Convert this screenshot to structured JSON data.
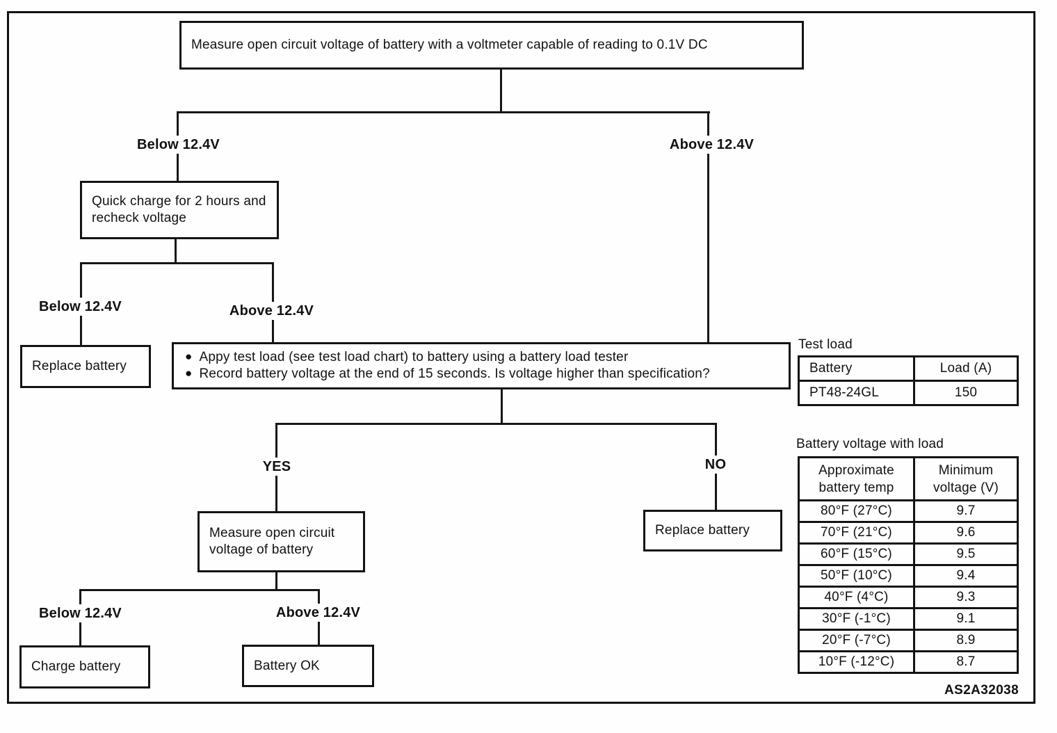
{
  "diagram": {
    "code": "AS2A32038",
    "nodes": {
      "start": "Measure open circuit voltage of battery with a voltmeter capable of reading to 0.1V DC",
      "quick_charge": "Quick charge for 2 hours and recheck voltage",
      "replace_battery_1": "Replace battery",
      "load_test_bullets": [
        "Appy test load (see test load chart) to battery using a battery load tester",
        "Record battery voltage at the end of 15 seconds. Is voltage higher than specification?"
      ],
      "measure_ocv": "Measure open circuit voltage of battery",
      "replace_battery_2": "Replace battery",
      "charge_battery": "Charge battery",
      "battery_ok": "Battery OK"
    },
    "branch_labels": {
      "below_1": "Below 12.4V",
      "above_1": "Above 12.4V",
      "below_2": "Below 12.4V",
      "above_2": "Above 12.4V",
      "yes": "YES",
      "no": "NO",
      "below_3": "Below 12.4V",
      "above_3": "Above 12.4V"
    },
    "bullet_glyph": "●"
  },
  "tables": {
    "test_load": {
      "title": "Test load",
      "headers": [
        "Battery",
        "Load (A)"
      ],
      "rows": [
        {
          "battery": "PT48-24GL",
          "load": "150"
        }
      ]
    },
    "battery_voltage": {
      "title": "Battery voltage with load",
      "headers": [
        "Approximate battery temp",
        "Minimum voltage (V)"
      ],
      "rows": [
        {
          "temp": "80°F (27°C)",
          "voltage": "9.7"
        },
        {
          "temp": "70°F (21°C)",
          "voltage": "9.6"
        },
        {
          "temp": "60°F (15°C)",
          "voltage": "9.5"
        },
        {
          "temp": "50°F (10°C)",
          "voltage": "9.4"
        },
        {
          "temp": "40°F (4°C)",
          "voltage": "9.3"
        },
        {
          "temp": "30°F (-1°C)",
          "voltage": "9.1"
        },
        {
          "temp": "20°F (-7°C)",
          "voltage": "8.9"
        },
        {
          "temp": "10°F (-12°C)",
          "voltage": "8.7"
        }
      ]
    }
  }
}
